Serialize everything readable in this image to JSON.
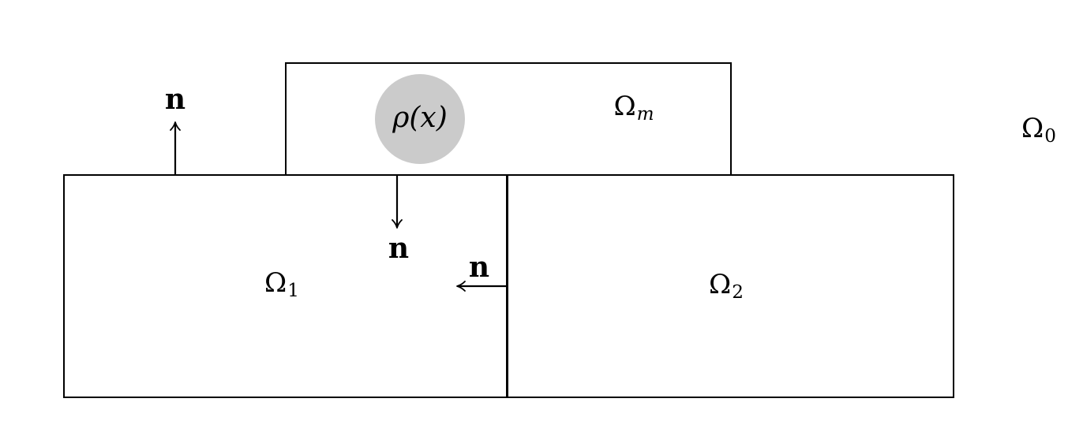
{
  "figure": {
    "description": "domain decomposition diagram",
    "labels": {
      "omega_m": {
        "base": "Ω",
        "sub": "m"
      },
      "omega_0": {
        "base": "Ω",
        "sub": "0"
      },
      "omega_1": {
        "base": "Ω",
        "sub": "1"
      },
      "omega_2": {
        "base": "Ω",
        "sub": "2"
      },
      "density": "ρ(x)",
      "normal_up": "n",
      "normal_down": "n",
      "normal_interface": "n"
    },
    "colors": {
      "line": "#000000",
      "background": "#ffffff",
      "density_fill": "#cbcbcb"
    }
  }
}
